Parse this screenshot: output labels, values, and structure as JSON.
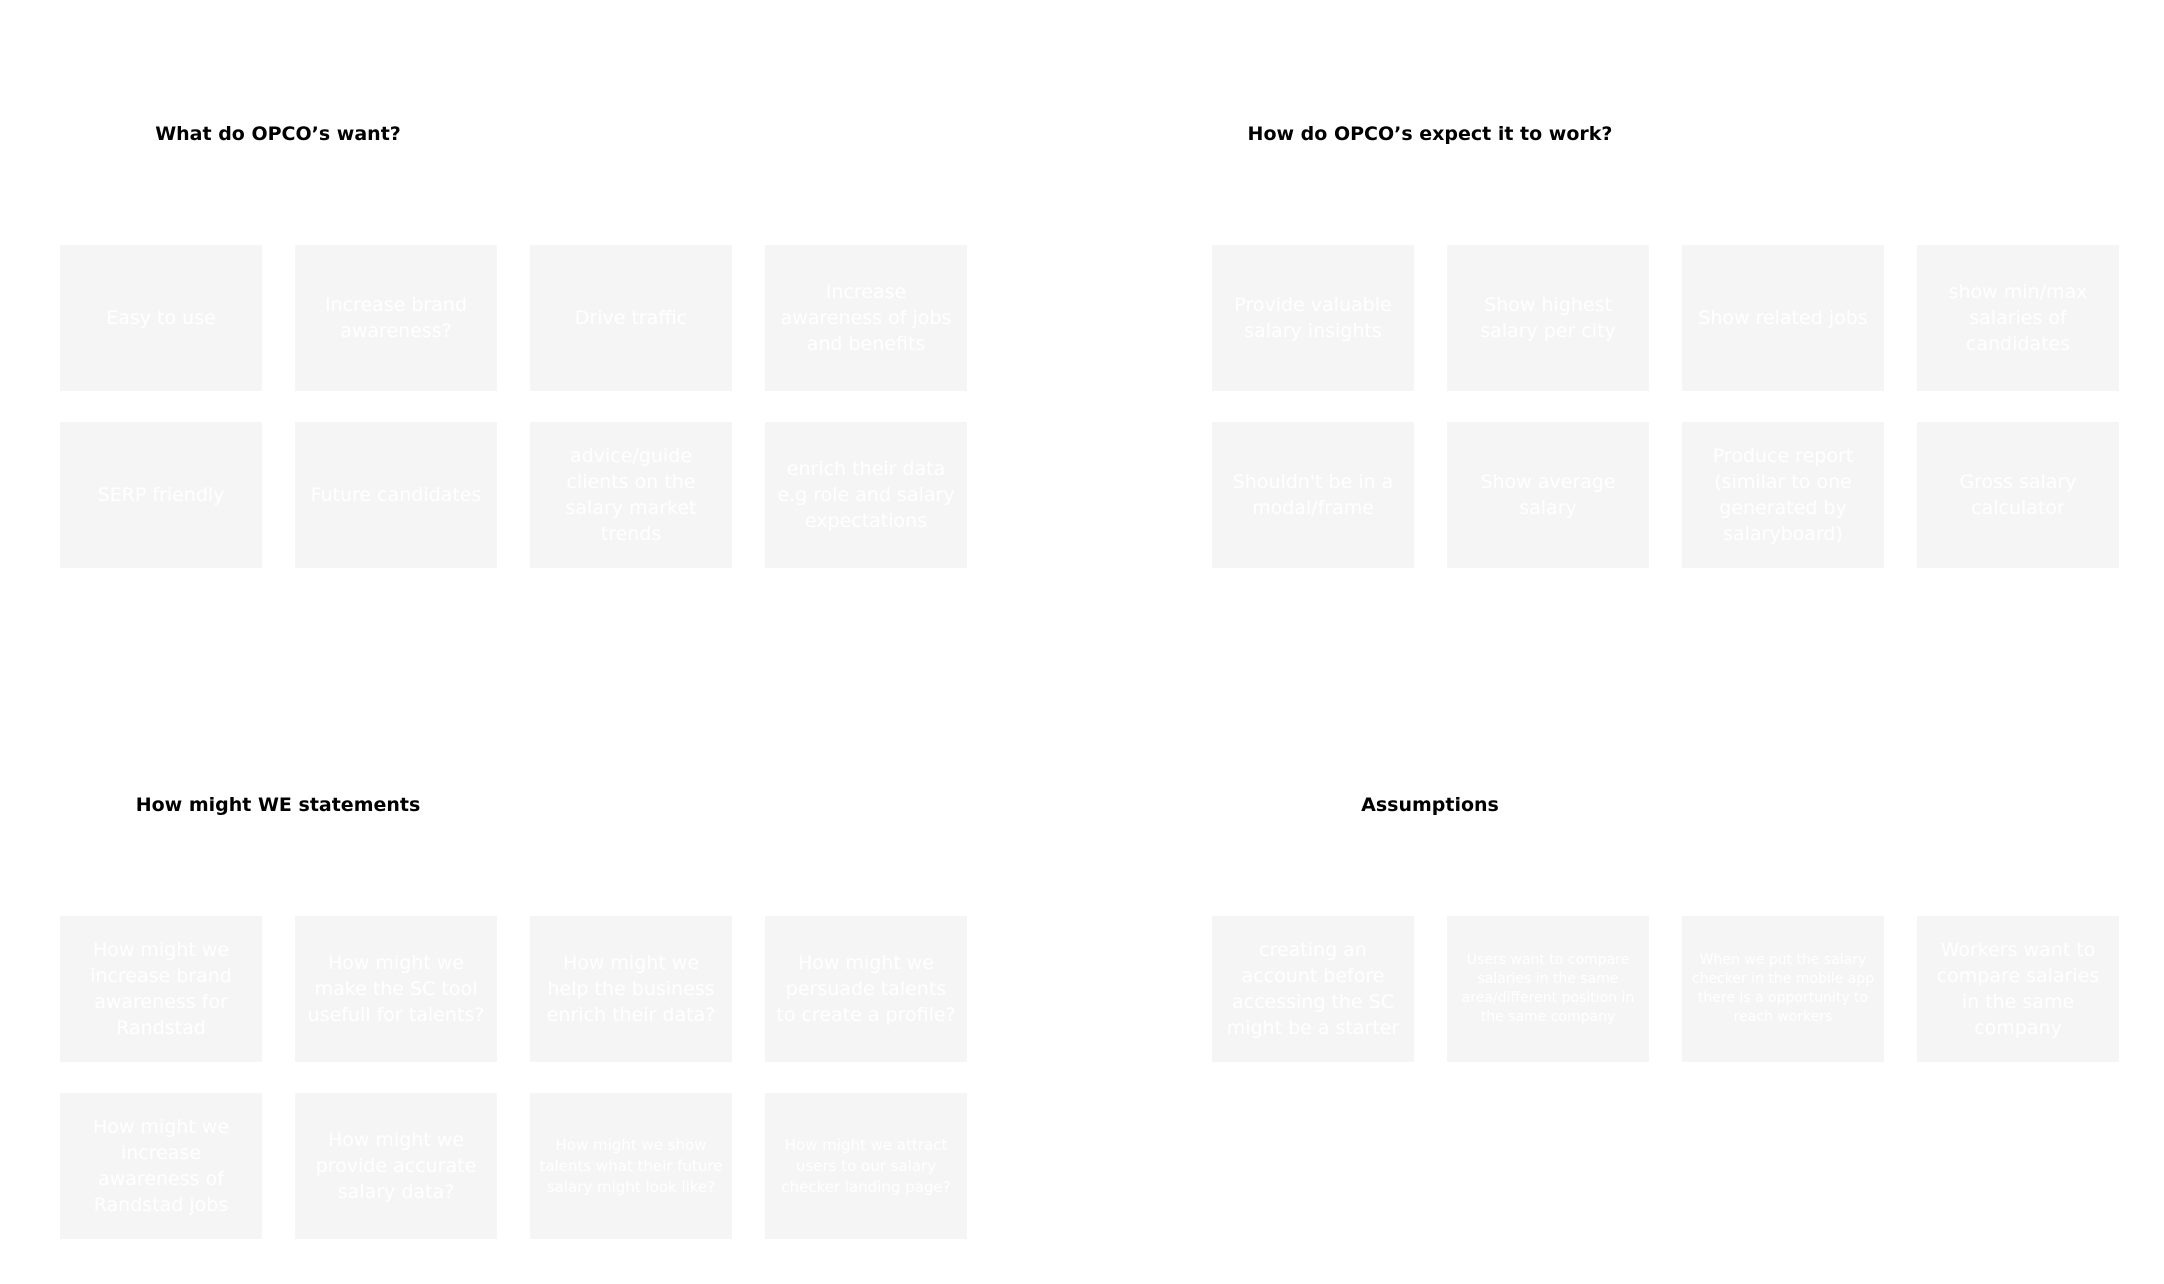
{
  "sections": [
    {
      "title": "What do OPCO’s want?",
      "notes": [
        "Easy to use",
        "Increase brand awareness?",
        "Drive traffic",
        "Increase awareness of jobs and benefits",
        "SERP friendly",
        "Future candidates",
        "advice/guide clients on the salary market trends",
        "enrich their data e.g role and salary expectations"
      ]
    },
    {
      "title": "How do OPCO’s expect it to work?",
      "notes": [
        "Provide valuable salary insights",
        "Show highest salary per city",
        "Show related jobs",
        "show min/max salaries of candidates",
        "Shouldn't be in a modal/frame",
        "Show average salary",
        "Produce report (similar to one generated by salaryboard)",
        "Gross salary calculator"
      ]
    },
    {
      "title": "How might WE statements",
      "notes": [
        "How might we increase brand awareness for Randstad",
        "How might we make the SC tool usefull for talents?",
        "How might we help the business enrich their data?",
        "How might we persuade talents to create a profile?",
        "How might we increase awareness of Randstad jobs",
        "How might we provide accurate salary data?",
        "How might we show talents what their future salary might look like?",
        "How might we attract users to our salary checker landing page?"
      ]
    },
    {
      "title": "Assumptions",
      "notes": [
        "creating an account before accessing the SC might be a starter",
        "Users want to compare salaries in the same area/different position in the same company",
        "When we put the salary checker in the mobile app there is a opportunity to reach workers",
        "Workers want to compare salaries in the same company"
      ]
    }
  ]
}
